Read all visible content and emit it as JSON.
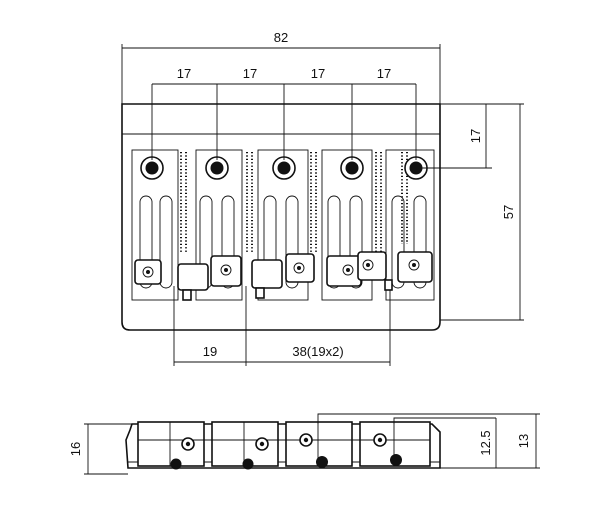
{
  "diagram": {
    "top_view": {
      "overall_width": "82",
      "string_spacing": [
        "17",
        "17",
        "17",
        "17"
      ],
      "hole_offset": "17",
      "overall_height": "57",
      "screw_spacing_left": "19",
      "screw_spacing_right": "38(19x2)"
    },
    "side_view": {
      "total_height": "16",
      "saddle_height_a": "12.5",
      "saddle_height_b": "13"
    }
  }
}
